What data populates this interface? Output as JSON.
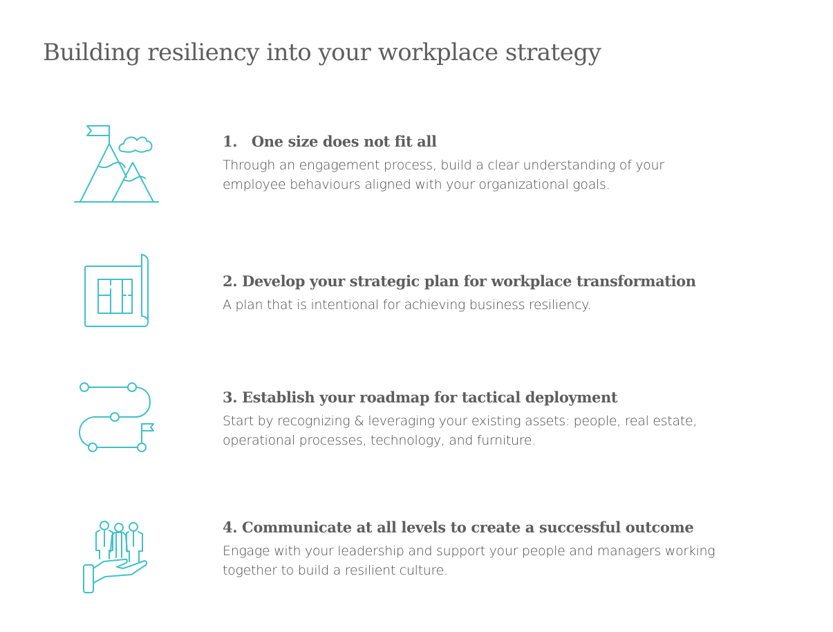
{
  "title": "Building resiliency into your workplace strategy",
  "items": [
    {
      "icon": "mountain-flag-icon",
      "heading": "1.   One size does not fit all",
      "text": "Through an engagement process, build a clear understanding of your employee behaviours aligned with your organizational goals."
    },
    {
      "icon": "floor-plan-icon",
      "heading": "2. Develop your strategic plan for workplace transformation",
      "text": "A plan that is intentional for achieving business resiliency."
    },
    {
      "icon": "roadmap-icon",
      "heading": "3. Establish your roadmap for tactical deployment",
      "text": "Start by recognizing & leveraging your existing assets: people, real estate, operational processes, technology, and furniture."
    },
    {
      "icon": "people-in-hand-icon",
      "heading": "4. Communicate at all levels to create a successful outcome",
      "text": "Engage with your leadership and support your people and managers working together to build a resilient culture."
    }
  ],
  "colors": {
    "accent": "#3fc1c6",
    "heading": "#5e5e5e",
    "body": "#4a4a4a"
  }
}
